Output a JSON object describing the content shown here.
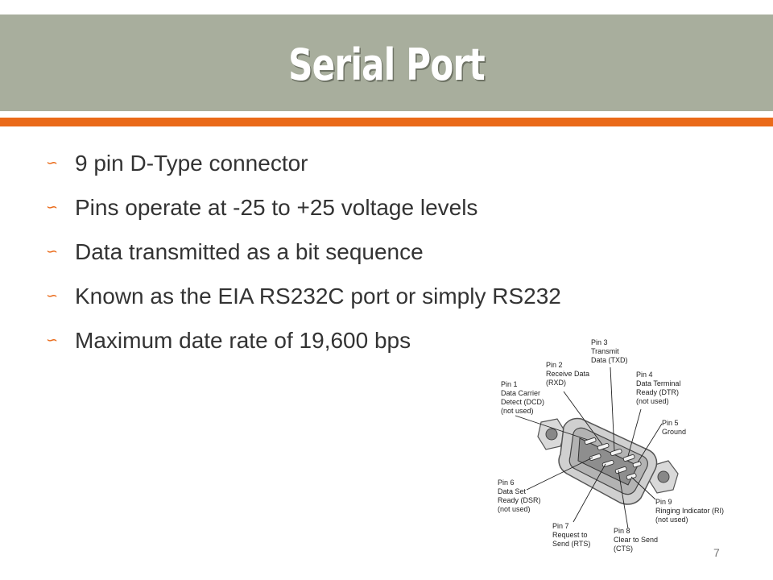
{
  "slide": {
    "title": "Serial Port",
    "page_number": "7",
    "accent_color": "#ea6a19",
    "title_bar_color": "#a8ae9d"
  },
  "bullets": [
    {
      "icon": "swirl-bullet-icon",
      "text": "9 pin D-Type connector"
    },
    {
      "icon": "swirl-bullet-icon",
      "text": "Pins operate at -25 to +25 voltage levels"
    },
    {
      "icon": "swirl-bullet-icon",
      "text": "Data transmitted as a bit sequence"
    },
    {
      "icon": "swirl-bullet-icon",
      "text": "Known as the EIA RS232C port or simply RS232"
    },
    {
      "icon": "swirl-bullet-icon",
      "text": "Maximum date rate of 19,600 bps"
    }
  ],
  "bullet_glyph": "∽",
  "diagram": {
    "pin1": [
      "Pin 1",
      "Data Carrier",
      "Detect (DCD)",
      "(not used)"
    ],
    "pin2": [
      "Pin 2",
      "Receive Data",
      "(RXD)"
    ],
    "pin3": [
      "Pin 3",
      "Transmit",
      "Data (TXD)"
    ],
    "pin4": [
      "Pin 4",
      "Data Terminal",
      "Ready (DTR)",
      "(not used)"
    ],
    "pin5": [
      "Pin 5",
      "Ground"
    ],
    "pin6": [
      "Pin 6",
      "Data Set",
      "Ready (DSR)",
      "(not used)"
    ],
    "pin7": [
      "Pin 7",
      "Request to",
      "Send (RTS)"
    ],
    "pin8": [
      "Pin 8",
      "Clear to Send",
      "(CTS)"
    ],
    "pin9": [
      "Pin 9",
      "Ringing Indicator (RI)",
      "(not used)"
    ]
  }
}
